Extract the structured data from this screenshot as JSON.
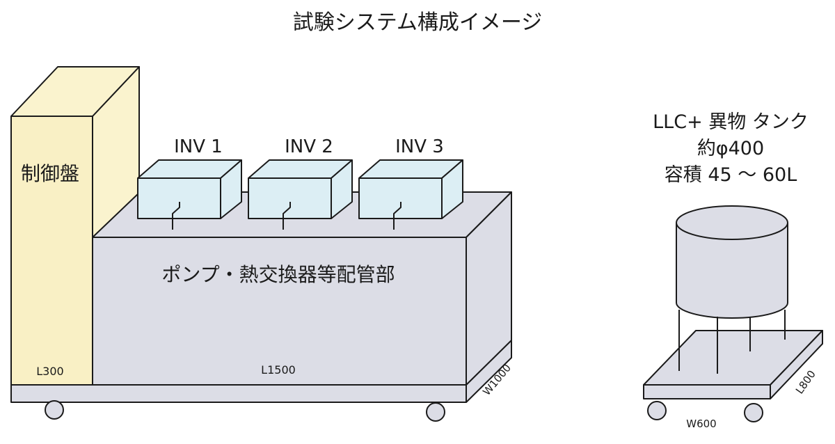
{
  "title": "試験システム構成イメージ",
  "control_panel": {
    "label": "制御盤",
    "length_label": "L300"
  },
  "base_unit": {
    "label": "ポンプ・熱交換器等配管部",
    "length_label": "L1500",
    "width_label": "W1000"
  },
  "inverters": [
    {
      "label": "INV 1"
    },
    {
      "label": "INV 2"
    },
    {
      "label": "INV 3"
    }
  ],
  "tank": {
    "line1": "LLC+ 異物 タンク",
    "line2": "約φ400",
    "line3": "容積 45 ～ 60L",
    "width_label": "W600",
    "length_label": "L800"
  },
  "colors": {
    "panel_front": "#f9f0c5",
    "panel_side": "#faf3ce",
    "base_gray": "#dcdde6",
    "inv_blue": "#dceef4",
    "outline": "#1a1a1a"
  }
}
